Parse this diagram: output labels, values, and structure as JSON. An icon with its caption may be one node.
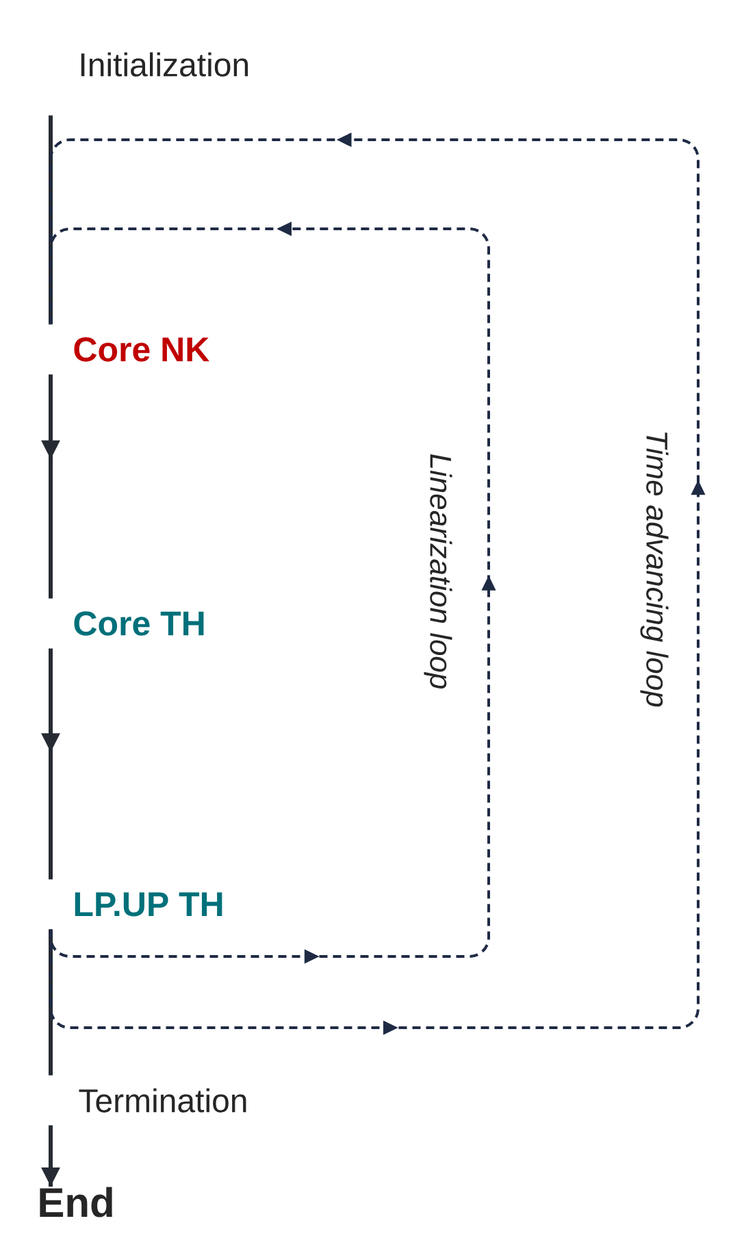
{
  "diagram": {
    "nodes": [
      {
        "text": [
          "Initialization"
        ]
      },
      {
        "text": [
          "Core NK"
        ]
      },
      {
        "text": [
          "Core TH"
        ]
      },
      {
        "text": [
          "LP.UP TH"
        ]
      },
      {
        "text": [
          "Termination"
        ]
      },
      {
        "text": [
          "End"
        ]
      }
    ],
    "edges": [
      {
        "from": 0,
        "to": 1,
        "arrow": "none"
      },
      {
        "from": 1,
        "to": 2,
        "arrow": "to"
      },
      {
        "from": 2,
        "to": 3,
        "arrow": "to"
      },
      {
        "from": 3,
        "to": 4,
        "arrow": "none"
      },
      {
        "from": 4,
        "to": 5,
        "arrow": "to"
      },
      {
        "from": 3,
        "to": 1,
        "arrow": "to",
        "label": "Linearization loop",
        "style": "dashed"
      },
      {
        "from": 3,
        "to": 1,
        "arrow": "to",
        "label": "Time advancing loop",
        "style": "dashed"
      }
    ]
  }
}
